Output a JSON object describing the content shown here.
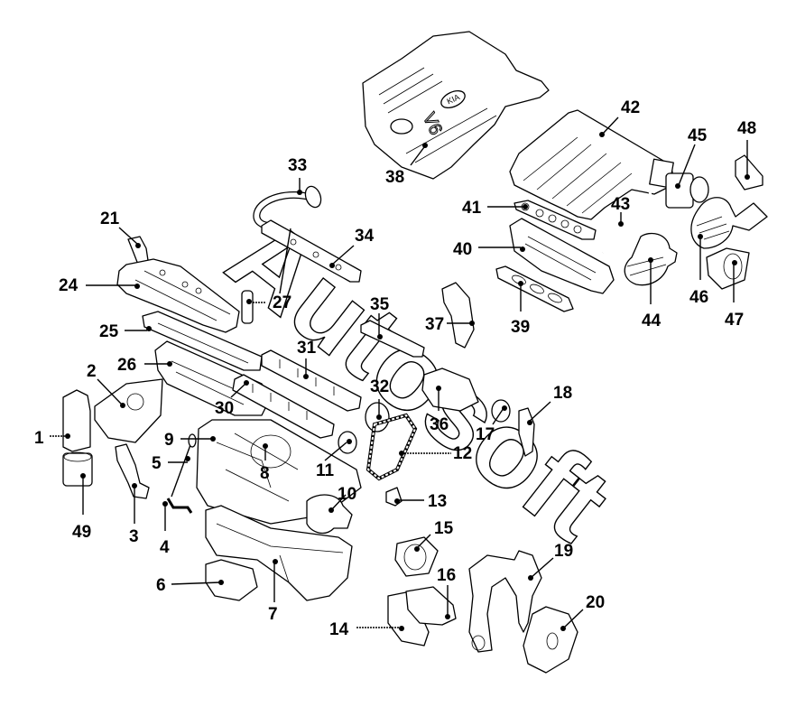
{
  "diagram": {
    "title": "Engine assembly exploded view",
    "watermark": "Autosoft",
    "cover_badge": "KIA",
    "cover_model": "V6",
    "callouts": [
      {
        "id": "1",
        "label": "1"
      },
      {
        "id": "2",
        "label": "2"
      },
      {
        "id": "3",
        "label": "3"
      },
      {
        "id": "4",
        "label": "4"
      },
      {
        "id": "5",
        "label": "5"
      },
      {
        "id": "6",
        "label": "6"
      },
      {
        "id": "7",
        "label": "7"
      },
      {
        "id": "8",
        "label": "8"
      },
      {
        "id": "9",
        "label": "9"
      },
      {
        "id": "10",
        "label": "10"
      },
      {
        "id": "11",
        "label": "11"
      },
      {
        "id": "12",
        "label": "12"
      },
      {
        "id": "13",
        "label": "13"
      },
      {
        "id": "14",
        "label": "14"
      },
      {
        "id": "15",
        "label": "15"
      },
      {
        "id": "16",
        "label": "16"
      },
      {
        "id": "17",
        "label": "17"
      },
      {
        "id": "18",
        "label": "18"
      },
      {
        "id": "19",
        "label": "19"
      },
      {
        "id": "20",
        "label": "20"
      },
      {
        "id": "21",
        "label": "21"
      },
      {
        "id": "24",
        "label": "24"
      },
      {
        "id": "25",
        "label": "25"
      },
      {
        "id": "26",
        "label": "26"
      },
      {
        "id": "27",
        "label": "27"
      },
      {
        "id": "30",
        "label": "30"
      },
      {
        "id": "31",
        "label": "31"
      },
      {
        "id": "32",
        "label": "32"
      },
      {
        "id": "33",
        "label": "33"
      },
      {
        "id": "34",
        "label": "34"
      },
      {
        "id": "35",
        "label": "35"
      },
      {
        "id": "36",
        "label": "36"
      },
      {
        "id": "37",
        "label": "37"
      },
      {
        "id": "38",
        "label": "38"
      },
      {
        "id": "39",
        "label": "39"
      },
      {
        "id": "40",
        "label": "40"
      },
      {
        "id": "41",
        "label": "41"
      },
      {
        "id": "42",
        "label": "42"
      },
      {
        "id": "43",
        "label": "43"
      },
      {
        "id": "44",
        "label": "44"
      },
      {
        "id": "45",
        "label": "45"
      },
      {
        "id": "46",
        "label": "46"
      },
      {
        "id": "47",
        "label": "47"
      },
      {
        "id": "48",
        "label": "48"
      },
      {
        "id": "49",
        "label": "49"
      }
    ]
  }
}
